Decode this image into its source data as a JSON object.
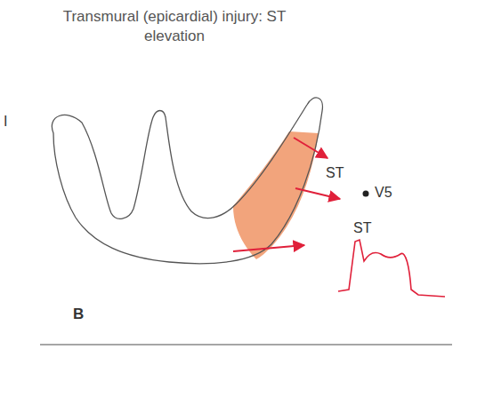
{
  "diagram": {
    "title": "Transmural (epicardial) injury: ST elevation",
    "labels": [
      "I",
      "ST",
      "V5",
      "ST",
      "B"
    ]
  }
}
